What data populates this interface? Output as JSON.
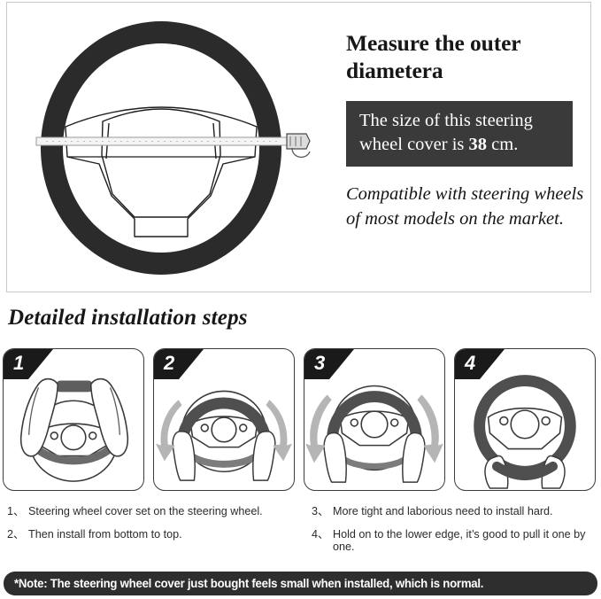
{
  "top_panel": {
    "heading": "Measure the outer diametera",
    "size_callout": {
      "line1": "The size of this steering",
      "line2_prefix": "wheel cover is ",
      "size_value": "38",
      "line2_suffix": " cm.",
      "background_color": "#3a3a3a",
      "text_color": "#ffffff"
    },
    "compatibility_text": "Compatible with steering wheels of most models on the market.",
    "figure": {
      "name": "steering-wheel-with-tape-measure",
      "rim_color": "#2b2b2b",
      "tape_color": "#f2f2f2"
    }
  },
  "steps_section": {
    "title": "Detailed installation steps",
    "steps": [
      {
        "number": "1",
        "art": "hands-placing-cover-on-top-of-wheel"
      },
      {
        "number": "2",
        "art": "cover-on-upper-rim-with-downward-arrows"
      },
      {
        "number": "3",
        "art": "cover-stretched-further-with-downward-arrows"
      },
      {
        "number": "4",
        "art": "cover-fully-installed-hands-at-bottom"
      }
    ],
    "instructions_left": [
      {
        "index": "1、",
        "text": "Steering wheel cover set on the steering wheel."
      },
      {
        "index": "2、",
        "text": "Then install from bottom to top."
      }
    ],
    "instructions_right": [
      {
        "index": "3、",
        "text": "More tight and laborious need to install hard."
      },
      {
        "index": "4、",
        "text": "Hold on to the lower edge, it’s good to pull it one by one."
      }
    ]
  },
  "note_bar": {
    "text": "*Note: The steering wheel cover just bought feels small when installed, which is normal.",
    "background_color": "#2e2e2e",
    "text_color": "#ffffff"
  }
}
